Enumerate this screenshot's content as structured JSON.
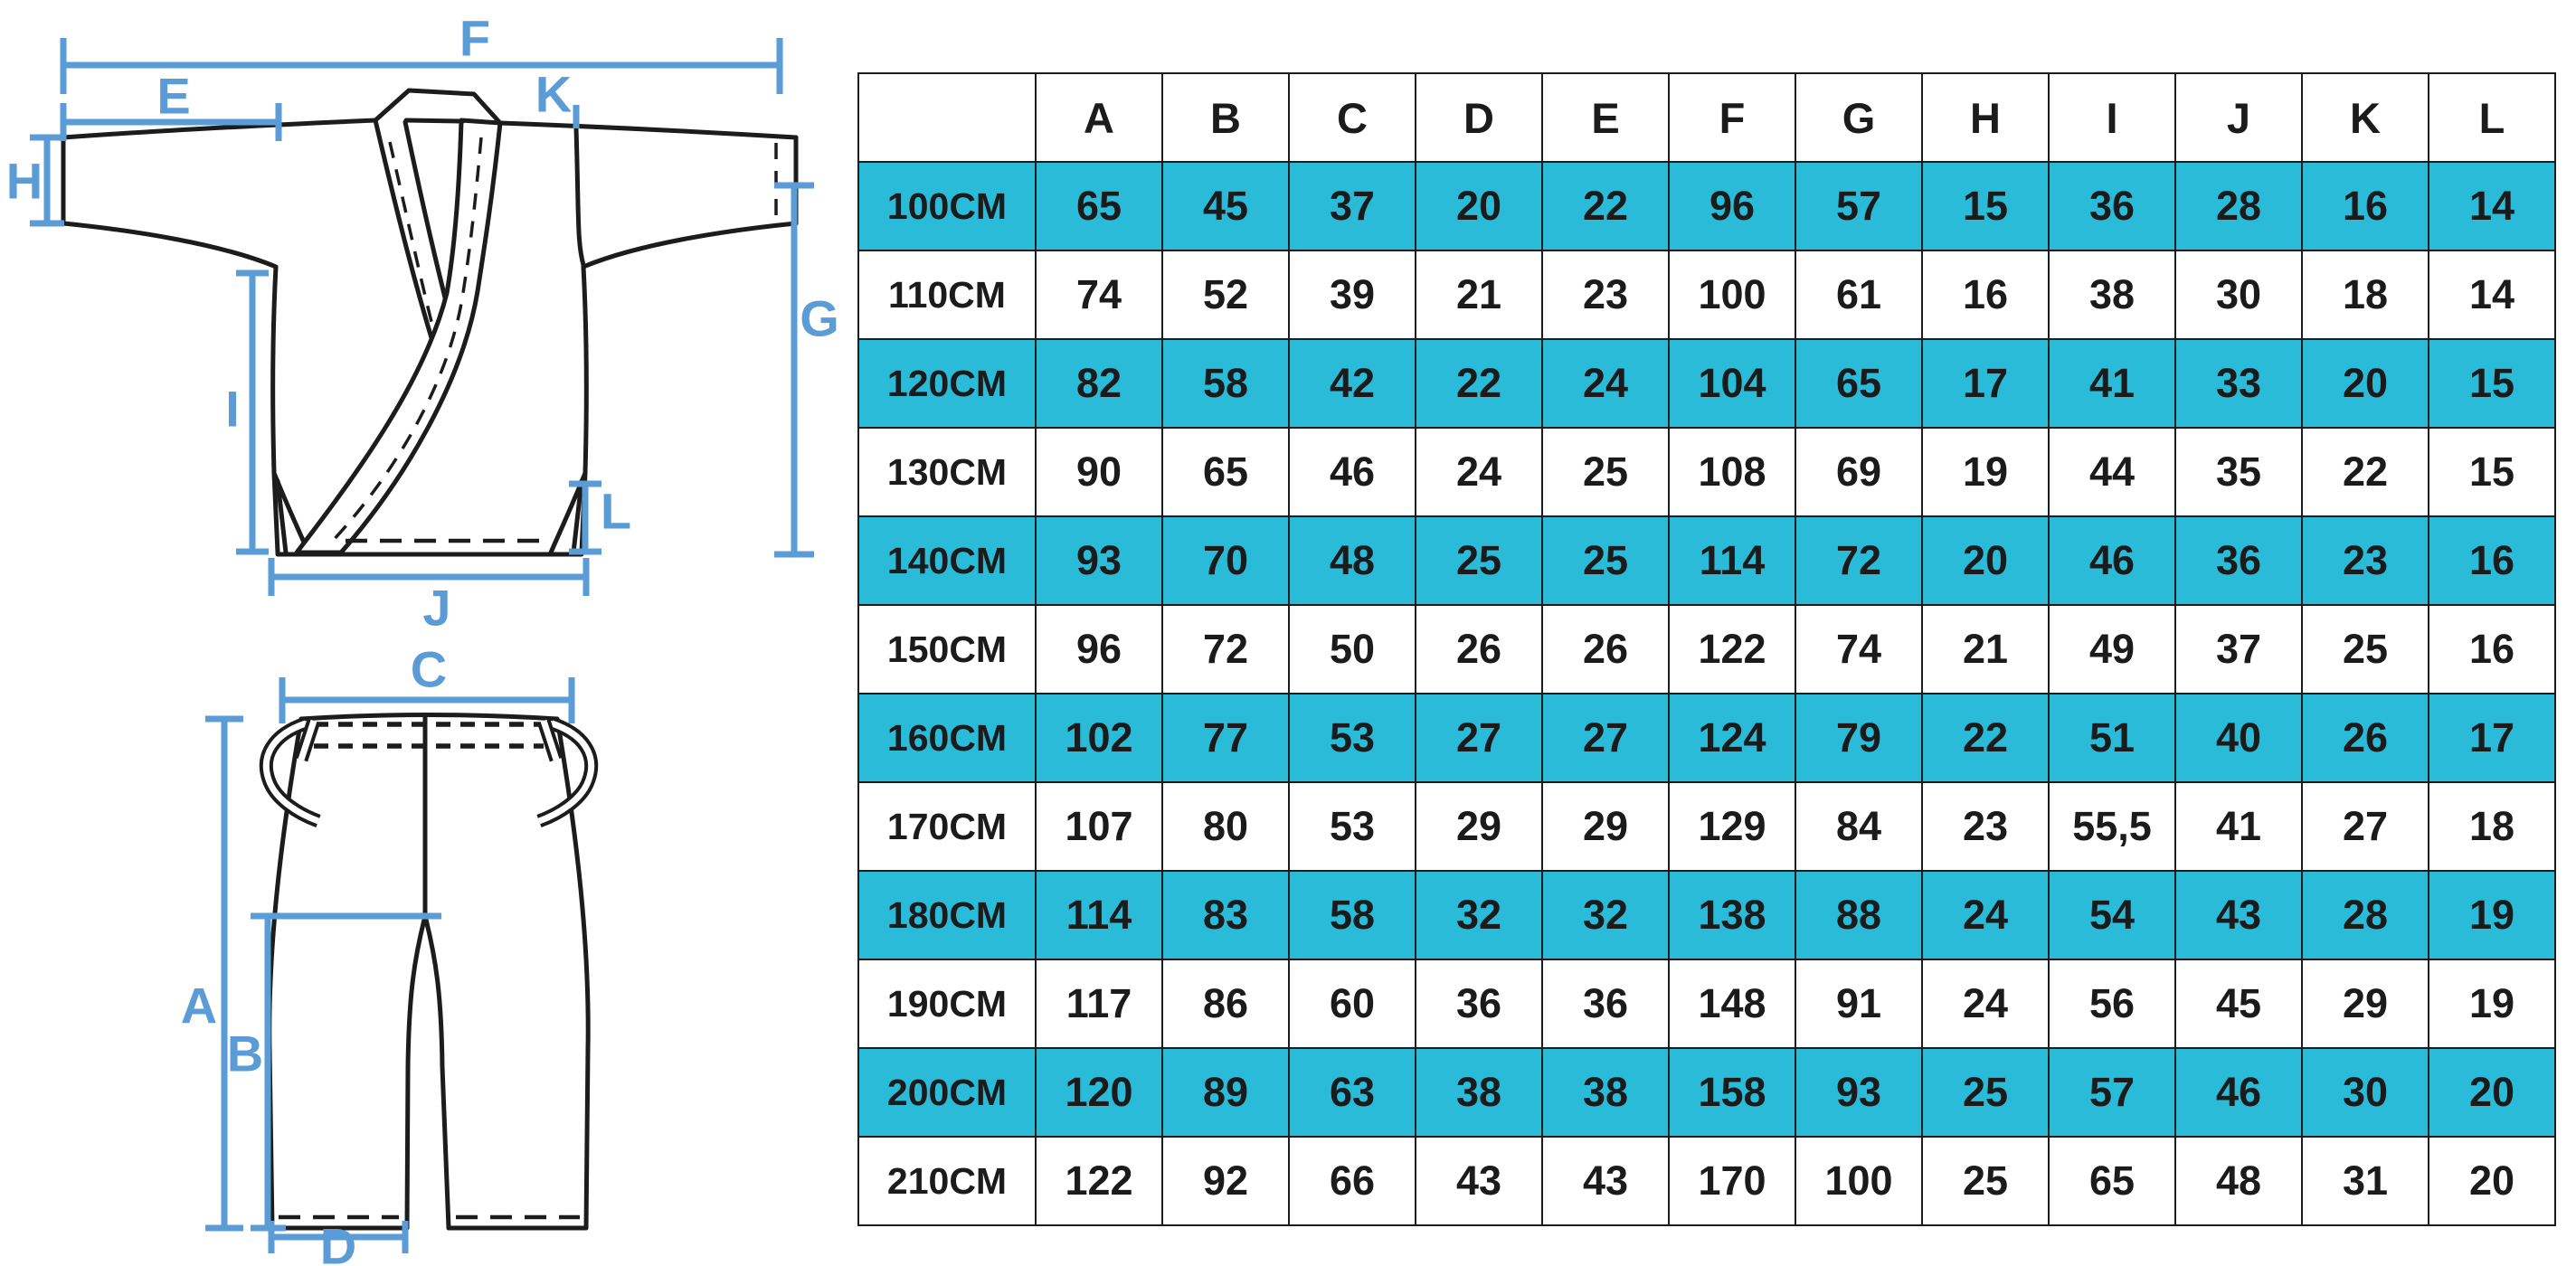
{
  "colors": {
    "highlight_row": "#2ABBD9",
    "dimension_blue": "#5B9CD6",
    "outline_black": "#1C1C1C",
    "background": "#FFFFFF"
  },
  "diagram": {
    "jacket_dimension_labels": {
      "F": "F",
      "E": "E",
      "K": "K",
      "H": "H",
      "G": "G",
      "I": "I",
      "L": "L",
      "J": "J"
    },
    "pants_dimension_labels": {
      "C": "C",
      "A": "A",
      "B": "B",
      "D": "D"
    }
  },
  "table": {
    "corner_label": "",
    "columns": [
      "A",
      "B",
      "C",
      "D",
      "E",
      "F",
      "G",
      "H",
      "I",
      "J",
      "K",
      "L"
    ],
    "rows": [
      {
        "size": "100CM",
        "highlighted": true,
        "values": [
          "65",
          "45",
          "37",
          "20",
          "22",
          "96",
          "57",
          "15",
          "36",
          "28",
          "16",
          "14"
        ]
      },
      {
        "size": "110CM",
        "highlighted": false,
        "values": [
          "74",
          "52",
          "39",
          "21",
          "23",
          "100",
          "61",
          "16",
          "38",
          "30",
          "18",
          "14"
        ]
      },
      {
        "size": "120CM",
        "highlighted": true,
        "values": [
          "82",
          "58",
          "42",
          "22",
          "24",
          "104",
          "65",
          "17",
          "41",
          "33",
          "20",
          "15"
        ]
      },
      {
        "size": "130CM",
        "highlighted": false,
        "values": [
          "90",
          "65",
          "46",
          "24",
          "25",
          "108",
          "69",
          "19",
          "44",
          "35",
          "22",
          "15"
        ]
      },
      {
        "size": "140CM",
        "highlighted": true,
        "values": [
          "93",
          "70",
          "48",
          "25",
          "25",
          "114",
          "72",
          "20",
          "46",
          "36",
          "23",
          "16"
        ]
      },
      {
        "size": "150CM",
        "highlighted": false,
        "values": [
          "96",
          "72",
          "50",
          "26",
          "26",
          "122",
          "74",
          "21",
          "49",
          "37",
          "25",
          "16"
        ]
      },
      {
        "size": "160CM",
        "highlighted": true,
        "values": [
          "102",
          "77",
          "53",
          "27",
          "27",
          "124",
          "79",
          "22",
          "51",
          "40",
          "26",
          "17"
        ]
      },
      {
        "size": "170CM",
        "highlighted": false,
        "values": [
          "107",
          "80",
          "53",
          "29",
          "29",
          "129",
          "84",
          "23",
          "55,5",
          "41",
          "27",
          "18"
        ]
      },
      {
        "size": "180CM",
        "highlighted": true,
        "values": [
          "114",
          "83",
          "58",
          "32",
          "32",
          "138",
          "88",
          "24",
          "54",
          "43",
          "28",
          "19"
        ]
      },
      {
        "size": "190CM",
        "highlighted": false,
        "values": [
          "117",
          "86",
          "60",
          "36",
          "36",
          "148",
          "91",
          "24",
          "56",
          "45",
          "29",
          "19"
        ]
      },
      {
        "size": "200CM",
        "highlighted": true,
        "values": [
          "120",
          "89",
          "63",
          "38",
          "38",
          "158",
          "93",
          "25",
          "57",
          "46",
          "30",
          "20"
        ]
      },
      {
        "size": "210CM",
        "highlighted": false,
        "values": [
          "122",
          "92",
          "66",
          "43",
          "43",
          "170",
          "100",
          "25",
          "65",
          "48",
          "31",
          "20"
        ]
      }
    ]
  }
}
